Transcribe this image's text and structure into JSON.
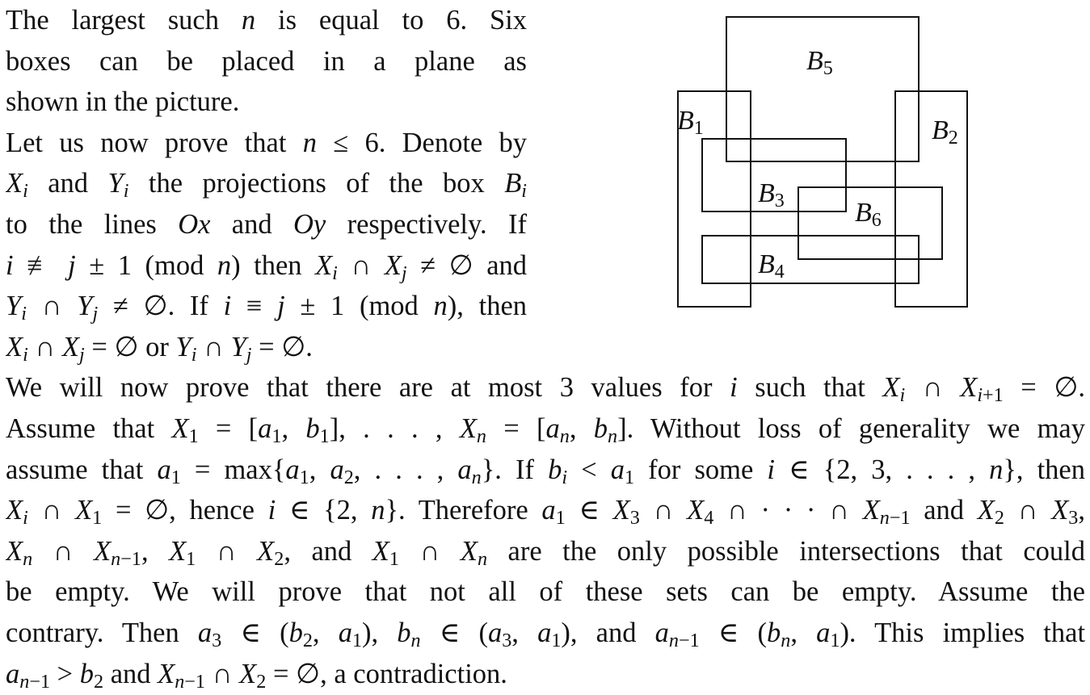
{
  "lines": [
    "The largest such *n* is equal to 6. Six",
    "boxes can be placed in a plane as",
    "shown in the picture.",
    "Let us now prove that *n* ≤ 6. Denote by",
    "*X*_{i} and *Y*_{i} the projections of the box *B*_{i}",
    "to the lines *Ox* and *Oy* respectively. If",
    "*i* ≢ *j* ± 1 (mod *n*) then *X*_{i} ∩ *X*_{j} ≠ ∅ and",
    "*Y*_{i} ∩ *Y*_{j} ≠ ∅. If *i* ≡ *j* ± 1 (mod *n*), then",
    "*X*_{i} ∩ *X*_{j} = ∅ or *Y*_{i} ∩ *Y*_{j} = ∅.",
    "We will now prove that there are at most 3 values for *i* such that *X*_{i} ∩ *X*_{i+1} = ∅.",
    "Assume that *X*_{1} = [*a*_{1}, *b*_{1}], . . . , *X*_{n} = [*a*_{n}, *b*_{n}]. Without loss of generality we may",
    "assume that *a*_{1} = max{*a*_{1}, *a*_{2}, . . . , *a*_{n}}. If *b*_{i} < *a*_{1} for some *i* ∈ {2, 3, . . . , *n*}, then",
    "*X*_{i} ∩ *X*_{1} = ∅, hence *i* ∈ {2, *n*}. Therefore *a*_{1} ∈ *X*_{3} ∩ *X*_{4} ∩ · · · ∩ *X*_{n−1} and *X*_{2} ∩ *X*_{3},",
    "*X*_{n} ∩ *X*_{n−1}, *X*_{1} ∩ *X*_{2}, and *X*_{1} ∩ *X*_{n} are the only possible intersections that could",
    "be empty. We will prove that not all of these sets can be empty. Assume the",
    "contrary. Then *a*_{3} ∈ (*b*_{2}, *a*_{1}), *b*_{n} ∈ (*a*_{3}, *a*_{1}), and *a*_{n−1} ∈ (*b*_{n}, *a*_{1}). This implies that",
    "*a*_{n−1} > *b*_{2} and *X*_{n−1} ∩ *X*_{2} = ∅, a contradiction."
  ],
  "diagram": {
    "labels": {
      "b1": {
        "letter": "B",
        "sub": "1"
      },
      "b2": {
        "letter": "B",
        "sub": "2"
      },
      "b3": {
        "letter": "B",
        "sub": "3"
      },
      "b4": {
        "letter": "B",
        "sub": "4"
      },
      "b5": {
        "letter": "B",
        "sub": "5"
      },
      "b6": {
        "letter": "B",
        "sub": "6"
      }
    }
  }
}
